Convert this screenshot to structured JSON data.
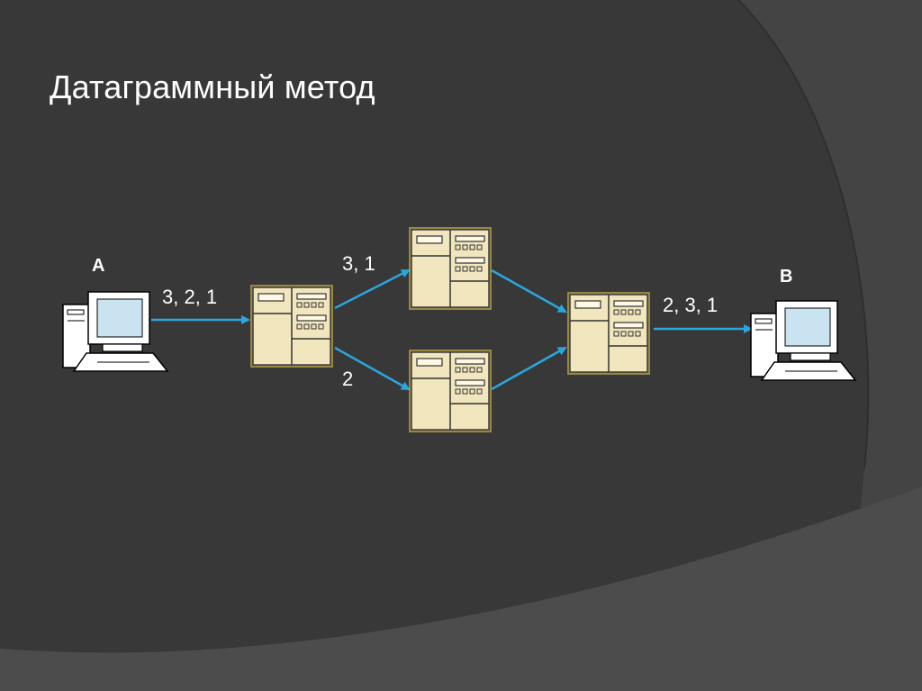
{
  "slide": {
    "title": "Датаграммный метод"
  },
  "nodes": {
    "host_a": {
      "label": "A"
    },
    "host_b": {
      "label": "B"
    }
  },
  "links": {
    "a_to_r1": {
      "label": "3, 2, 1"
    },
    "r1_to_r2": {
      "label": "3, 1"
    },
    "r1_to_r3": {
      "label": "2"
    },
    "r4_to_b": {
      "label": "2, 3, 1"
    }
  },
  "colors": {
    "background": "#3a3a3a",
    "arrow": "#2aa7dd",
    "router_fill": "#f2e6bf",
    "router_glow": "#e4c84f",
    "text": "#ffffff"
  },
  "icons": {
    "host": "desktop-computer-icon",
    "router": "router-icon"
  }
}
